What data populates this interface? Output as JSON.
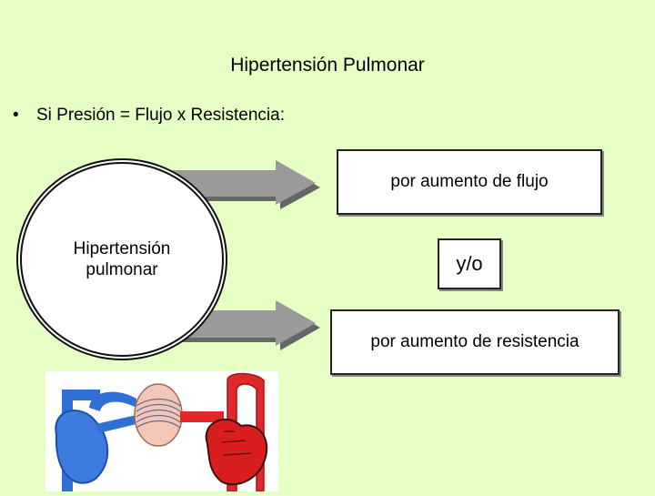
{
  "title": "Hipertensión Pulmonar",
  "bullet": {
    "symbol": "•",
    "text": "Si Presión = Flujo x Resistencia:"
  },
  "circle_label": "Hipertensión pulmonar",
  "boxes": {
    "flow": "por aumento de flujo",
    "connector": "y/o",
    "resistance": "por aumento de resistencia"
  },
  "colors": {
    "background": "#e6ffc5",
    "arrow": "#9a9a9a",
    "venous_blue": "#2f6fd6",
    "arterial_red": "#e02828"
  }
}
